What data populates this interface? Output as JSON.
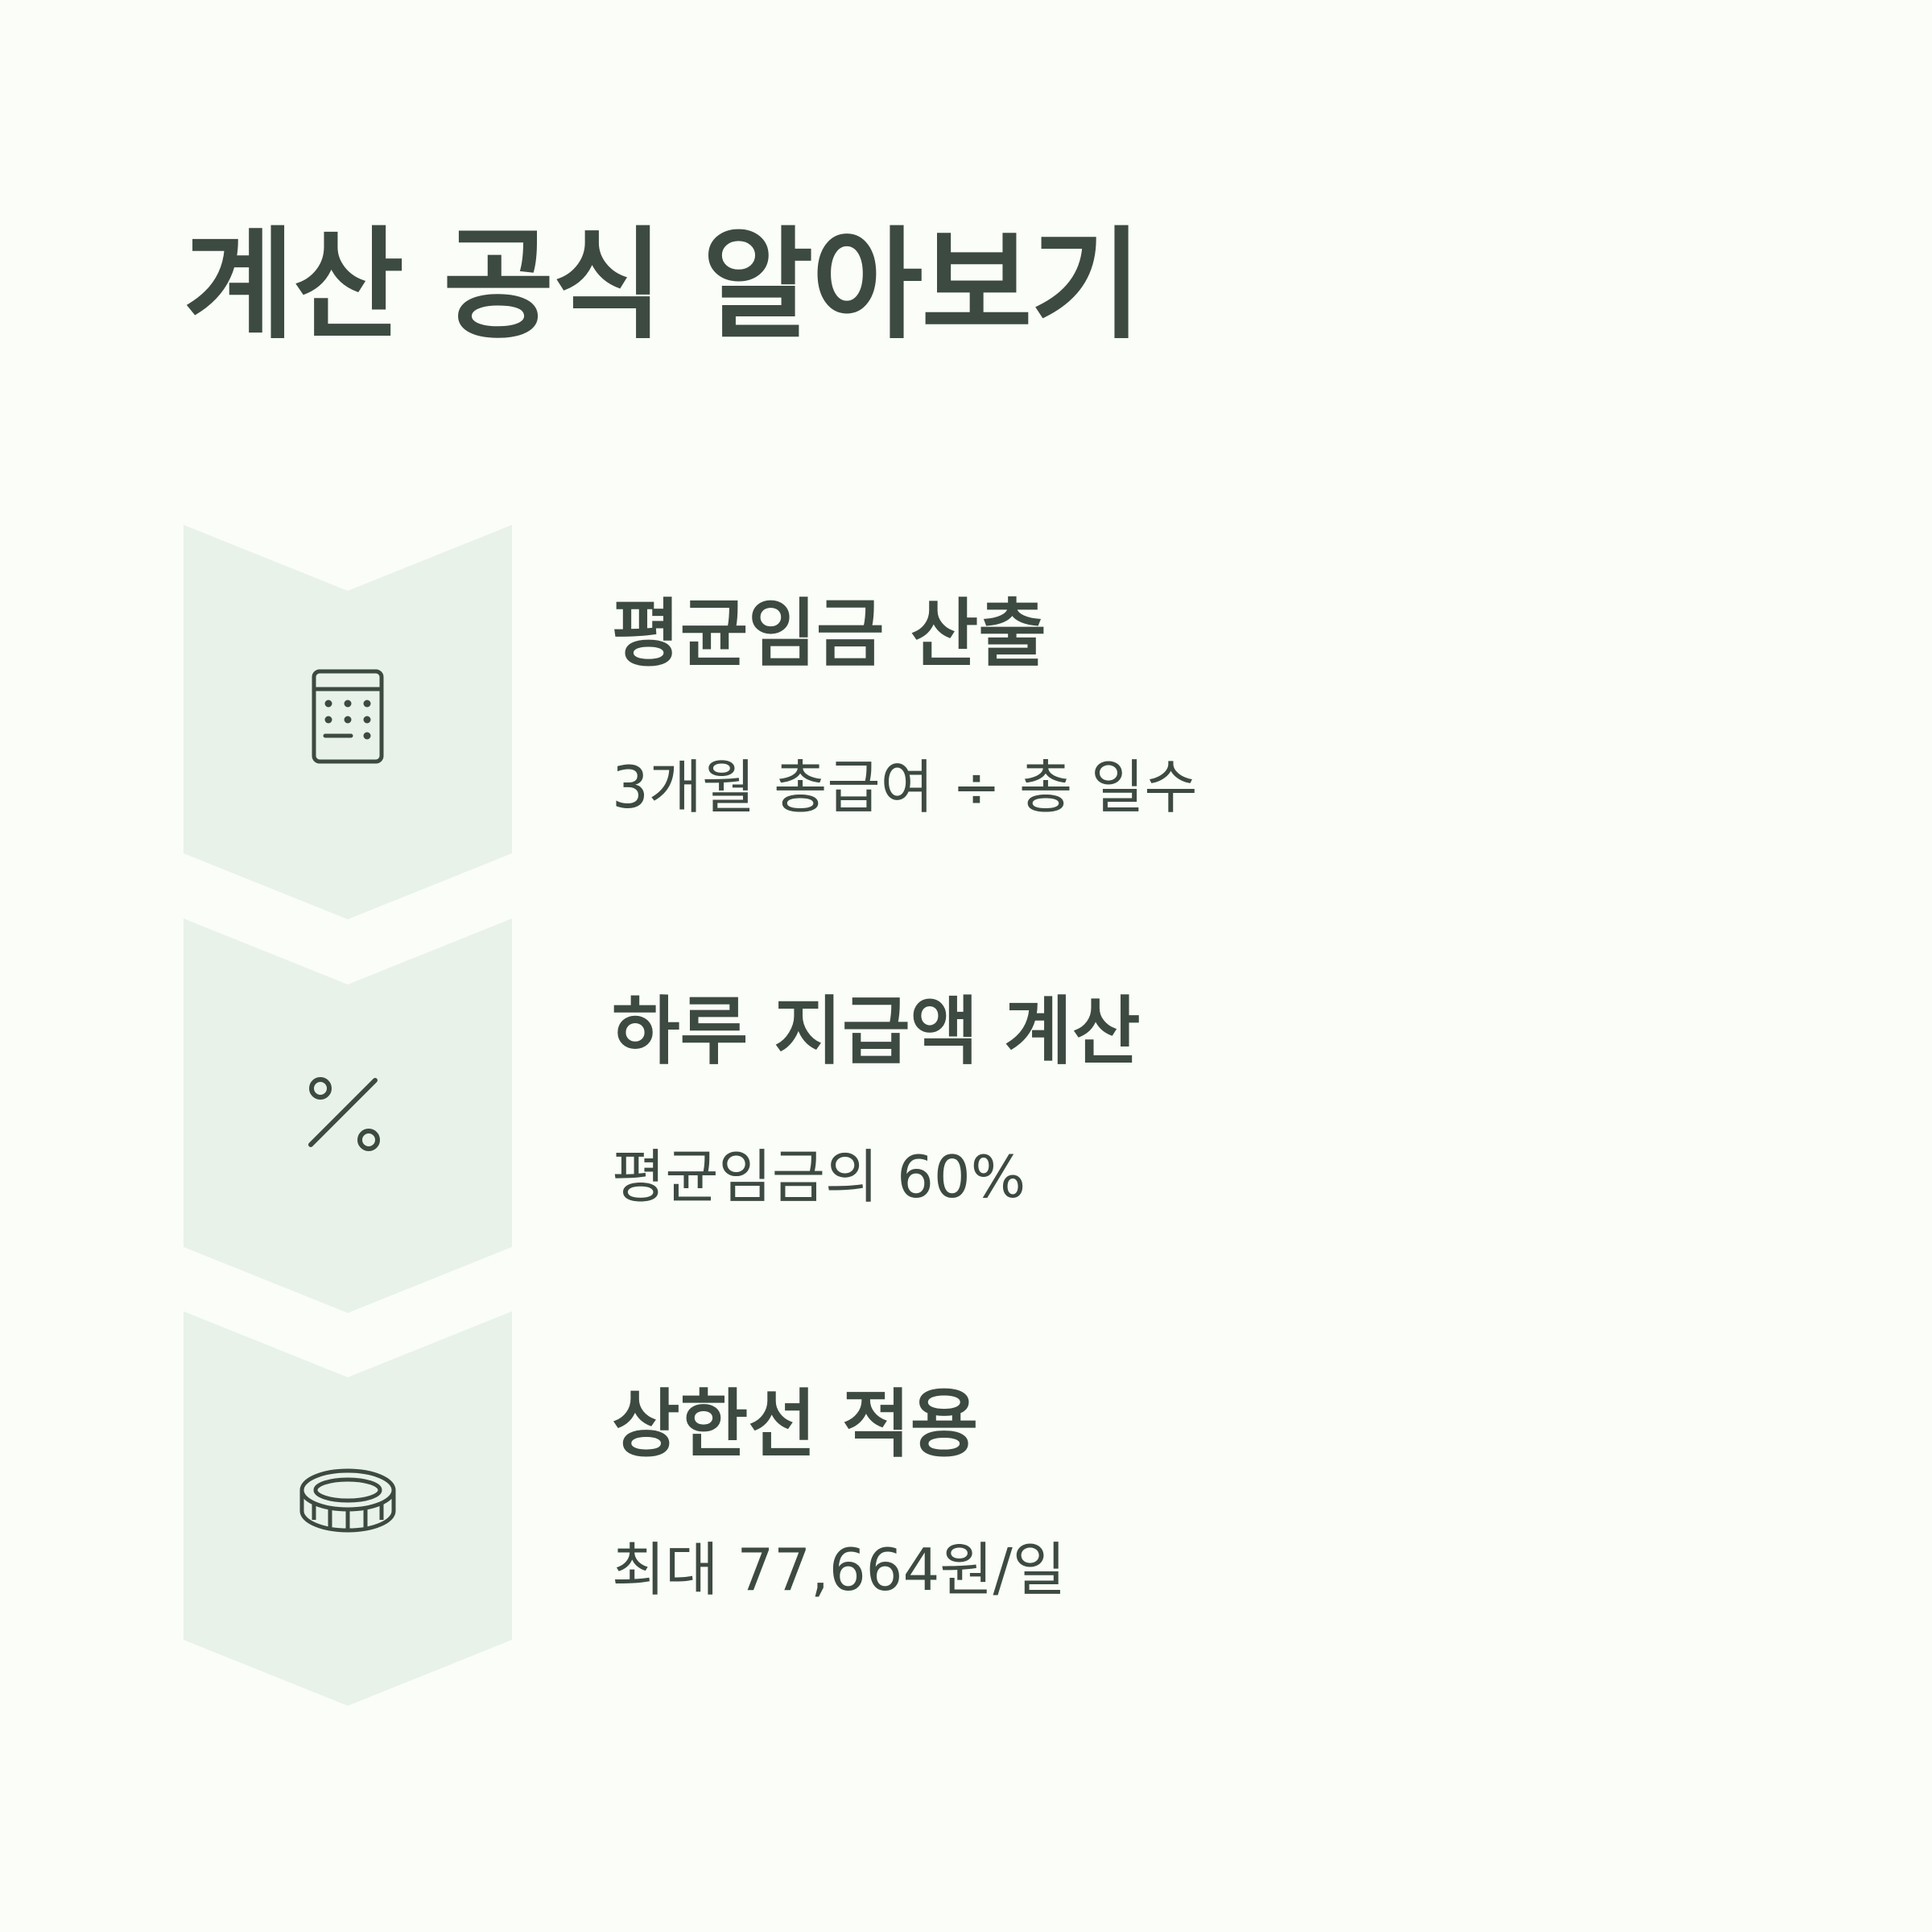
{
  "page": {
    "title": "계산 공식 알아보기"
  },
  "colors": {
    "background": "#fafdf8",
    "panel": "#e8f2e9",
    "text": "#3d4a42"
  },
  "steps": [
    {
      "icon": "calculator-icon",
      "title": "평균임금 산출",
      "description": "3개월 총급여 ÷ 총 일수"
    },
    {
      "icon": "percent-icon",
      "title": "하루 지급액 계산",
      "description": "평균임금의 60%"
    },
    {
      "icon": "coin-icon",
      "title": "상한선 적용",
      "description": "최대 77,664원/일"
    }
  ]
}
